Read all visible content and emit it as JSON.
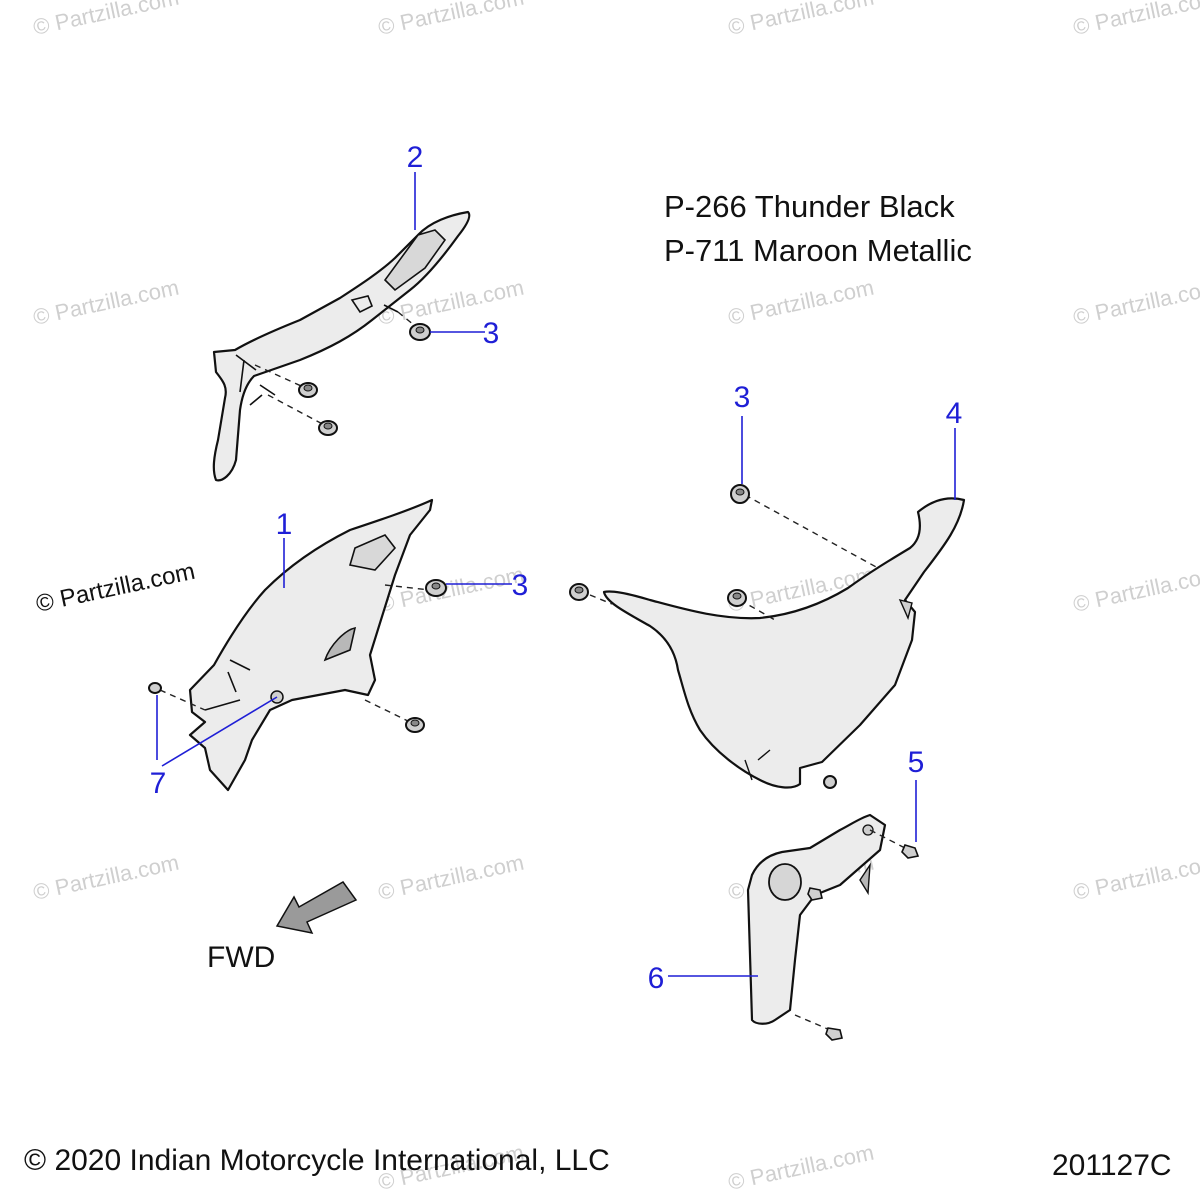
{
  "paint_codes": [
    "P-266 Thunder Black",
    "P-711 Maroon Metallic"
  ],
  "callouts": [
    {
      "id": "callout-2",
      "label": "2"
    },
    {
      "id": "callout-3-top",
      "label": "3"
    },
    {
      "id": "callout-1",
      "label": "1"
    },
    {
      "id": "callout-3-mid",
      "label": "3"
    },
    {
      "id": "callout-7",
      "label": "7"
    },
    {
      "id": "callout-3-right",
      "label": "3"
    },
    {
      "id": "callout-4",
      "label": "4"
    },
    {
      "id": "callout-5",
      "label": "5"
    },
    {
      "id": "callout-6",
      "label": "6"
    }
  ],
  "fwd_label": "FWD",
  "copyright": "© 2020 Indian Motorcycle International, LLC",
  "diagram_code": "201127C",
  "watermark_text": "© Partzilla.com",
  "colors": {
    "callout": "#1f1fd6",
    "part_fill": "#ececec",
    "line": "#111111"
  }
}
